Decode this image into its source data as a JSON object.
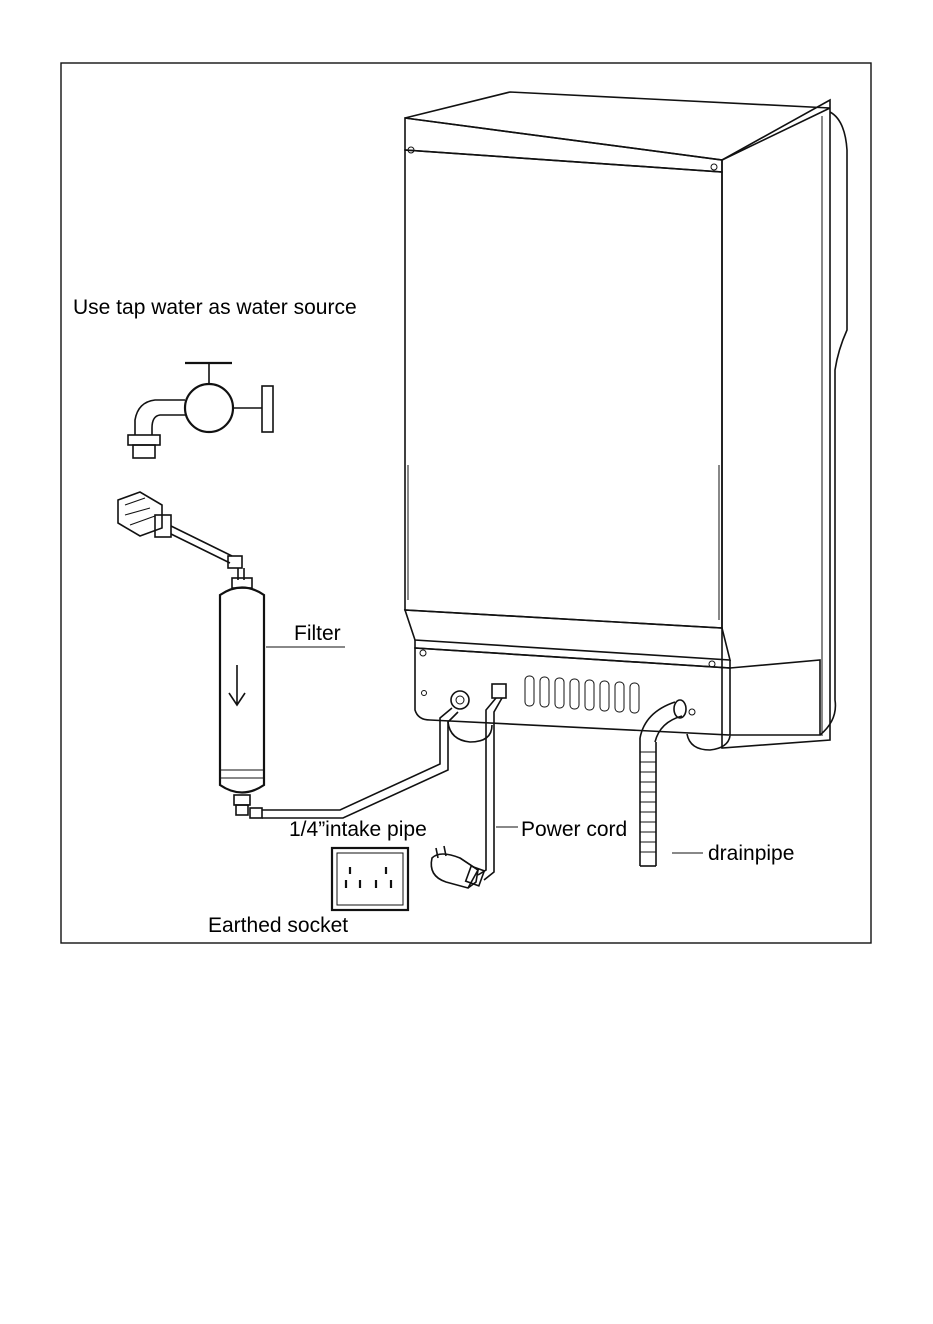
{
  "labels": {
    "water_source": "Use tap water as water source",
    "filter": "Filter",
    "intake_pipe": "1/4”intake pipe",
    "power_cord": "Power cord",
    "drainpipe": "drainpipe",
    "earthed_socket": "Earthed socket"
  }
}
